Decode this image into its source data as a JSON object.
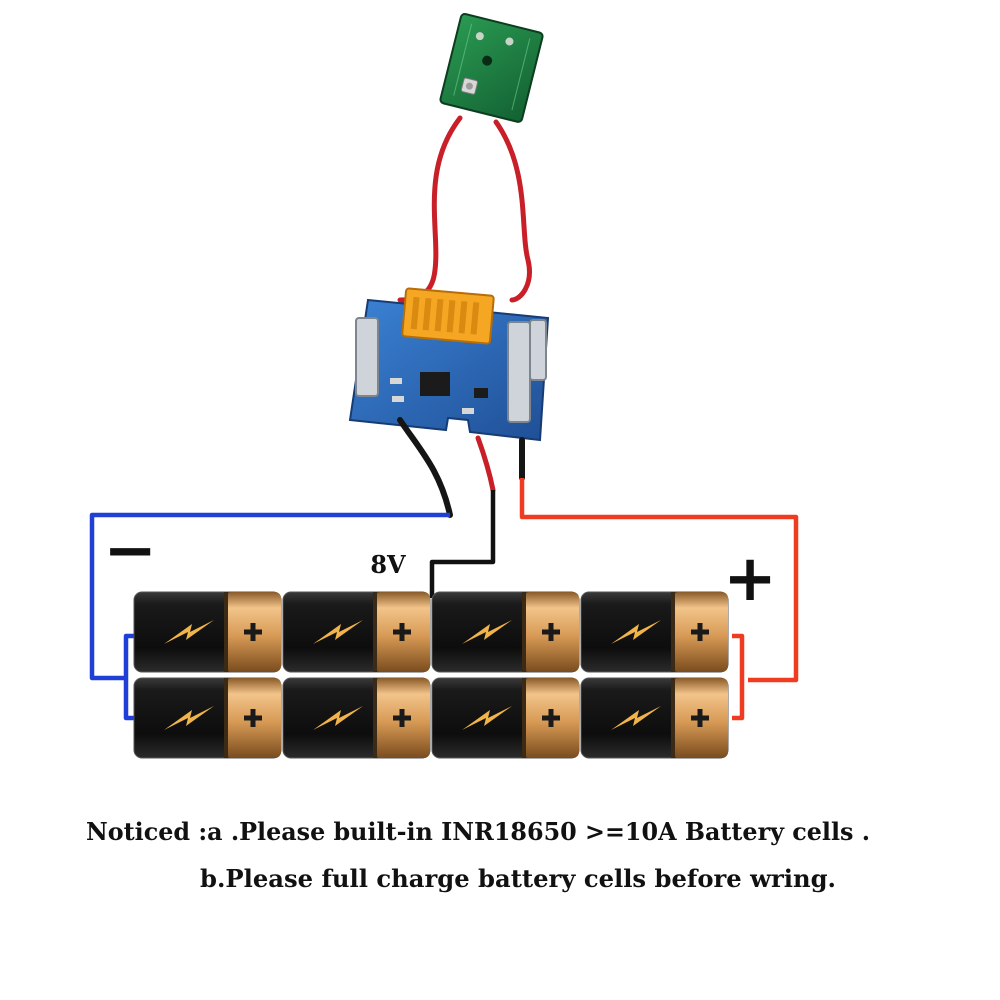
{
  "labels": {
    "negative": "−",
    "positive": "+",
    "mid_voltage": "8V"
  },
  "notes": {
    "line_a": "Noticed :a .Please built-in INR18650 >=10A Battery cells .",
    "line_b": "b.Please full charge battery cells before wring."
  },
  "battery": {
    "rows": 2,
    "cells_per_row": 4,
    "body_color": "#151515",
    "cap_color": "#d9a25f",
    "bolt_color": "#f0b44a"
  },
  "wires": {
    "negative_color": "#1f3fd6",
    "positive_color": "#ef3b1f",
    "balance_color": "#111111",
    "signal_color": "#c81f28"
  },
  "boards": {
    "indicator_color": "#1c7a3d",
    "bms_color": "#2a66b8",
    "connector_color": "#f5a623"
  }
}
